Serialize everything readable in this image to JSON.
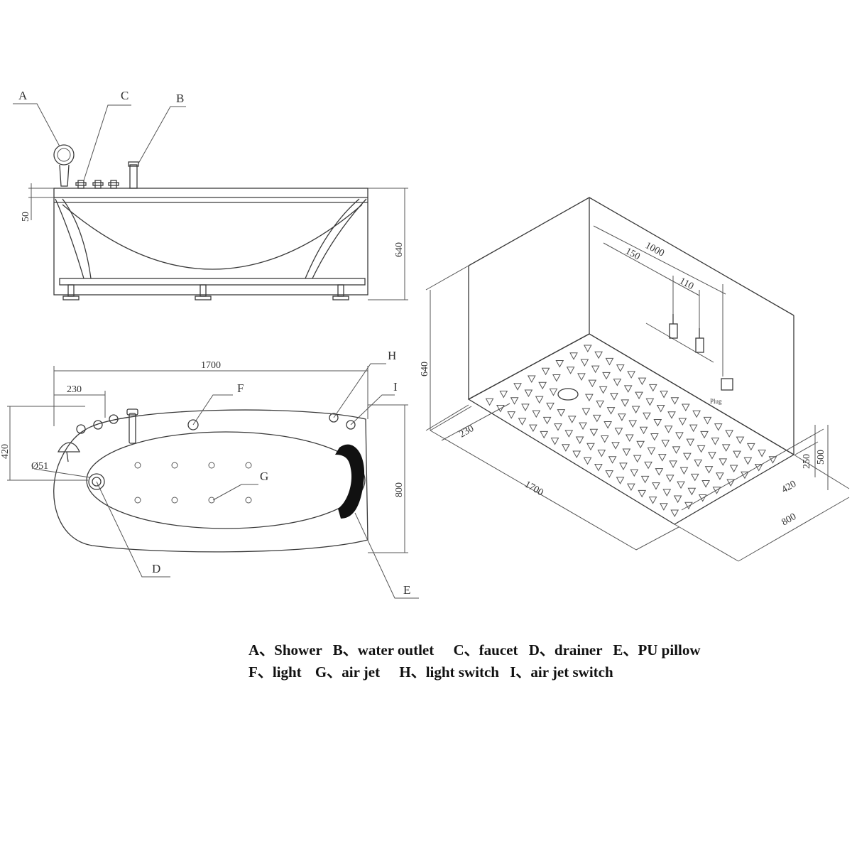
{
  "side_view": {
    "labels": {
      "a": "A",
      "b": "B",
      "c": "C"
    },
    "dims": {
      "rim": "50",
      "height": "640"
    }
  },
  "top_view": {
    "labels": {
      "d": "D",
      "e": "E",
      "f": "F",
      "g": "G",
      "h": "H",
      "i": "I"
    },
    "dims": {
      "length": "1700",
      "offset": "230",
      "half_width": "420",
      "width": "800",
      "drain": "Ø51"
    }
  },
  "room_view": {
    "dims": {
      "wall": "1000",
      "inner_offset": "150",
      "spacing": "110",
      "height": "640",
      "offset": "230",
      "length": "1700",
      "depth_a": "250",
      "depth_b": "500",
      "half_width": "420",
      "width": "800"
    },
    "plug": "Plug"
  },
  "legend": {
    "line1": [
      {
        "key": "A、",
        "text": "Shower"
      },
      {
        "key": "B、",
        "text": "water outlet"
      },
      {
        "key": "C、",
        "text": "faucet"
      },
      {
        "key": "D、",
        "text": "drainer"
      },
      {
        "key": "E、",
        "text": "PU pillow"
      }
    ],
    "line2": [
      {
        "key": "F、",
        "text": "light"
      },
      {
        "key": "G、",
        "text": "air jet"
      },
      {
        "key": "H、",
        "text": "light switch"
      },
      {
        "key": "I、",
        "text": "air jet switch"
      }
    ]
  }
}
